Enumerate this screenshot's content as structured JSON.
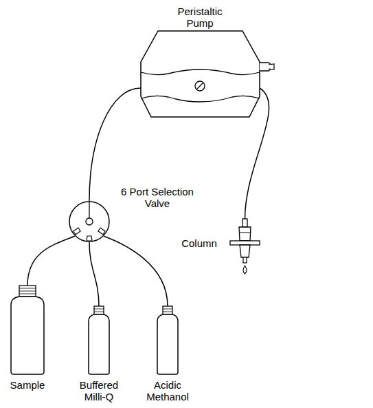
{
  "diagram": {
    "nodes": [
      {
        "text": [
          "Peristaltic Pump"
        ]
      },
      {
        "text": [
          "6 Port Selection Valve"
        ]
      },
      {
        "text": [
          "Column"
        ]
      },
      {
        "text": [
          "Sample"
        ]
      },
      {
        "text": [
          "Buffered Milli-Q"
        ]
      },
      {
        "text": [
          "Acidic Methanol"
        ]
      }
    ],
    "edges": [
      {
        "from": 3,
        "to": 1,
        "arrow": "none"
      },
      {
        "from": 4,
        "to": 1,
        "arrow": "none"
      },
      {
        "from": 5,
        "to": 1,
        "arrow": "none"
      },
      {
        "from": 1,
        "to": 0,
        "arrow": "none"
      },
      {
        "from": 0,
        "to": 2,
        "arrow": "none"
      }
    ]
  }
}
